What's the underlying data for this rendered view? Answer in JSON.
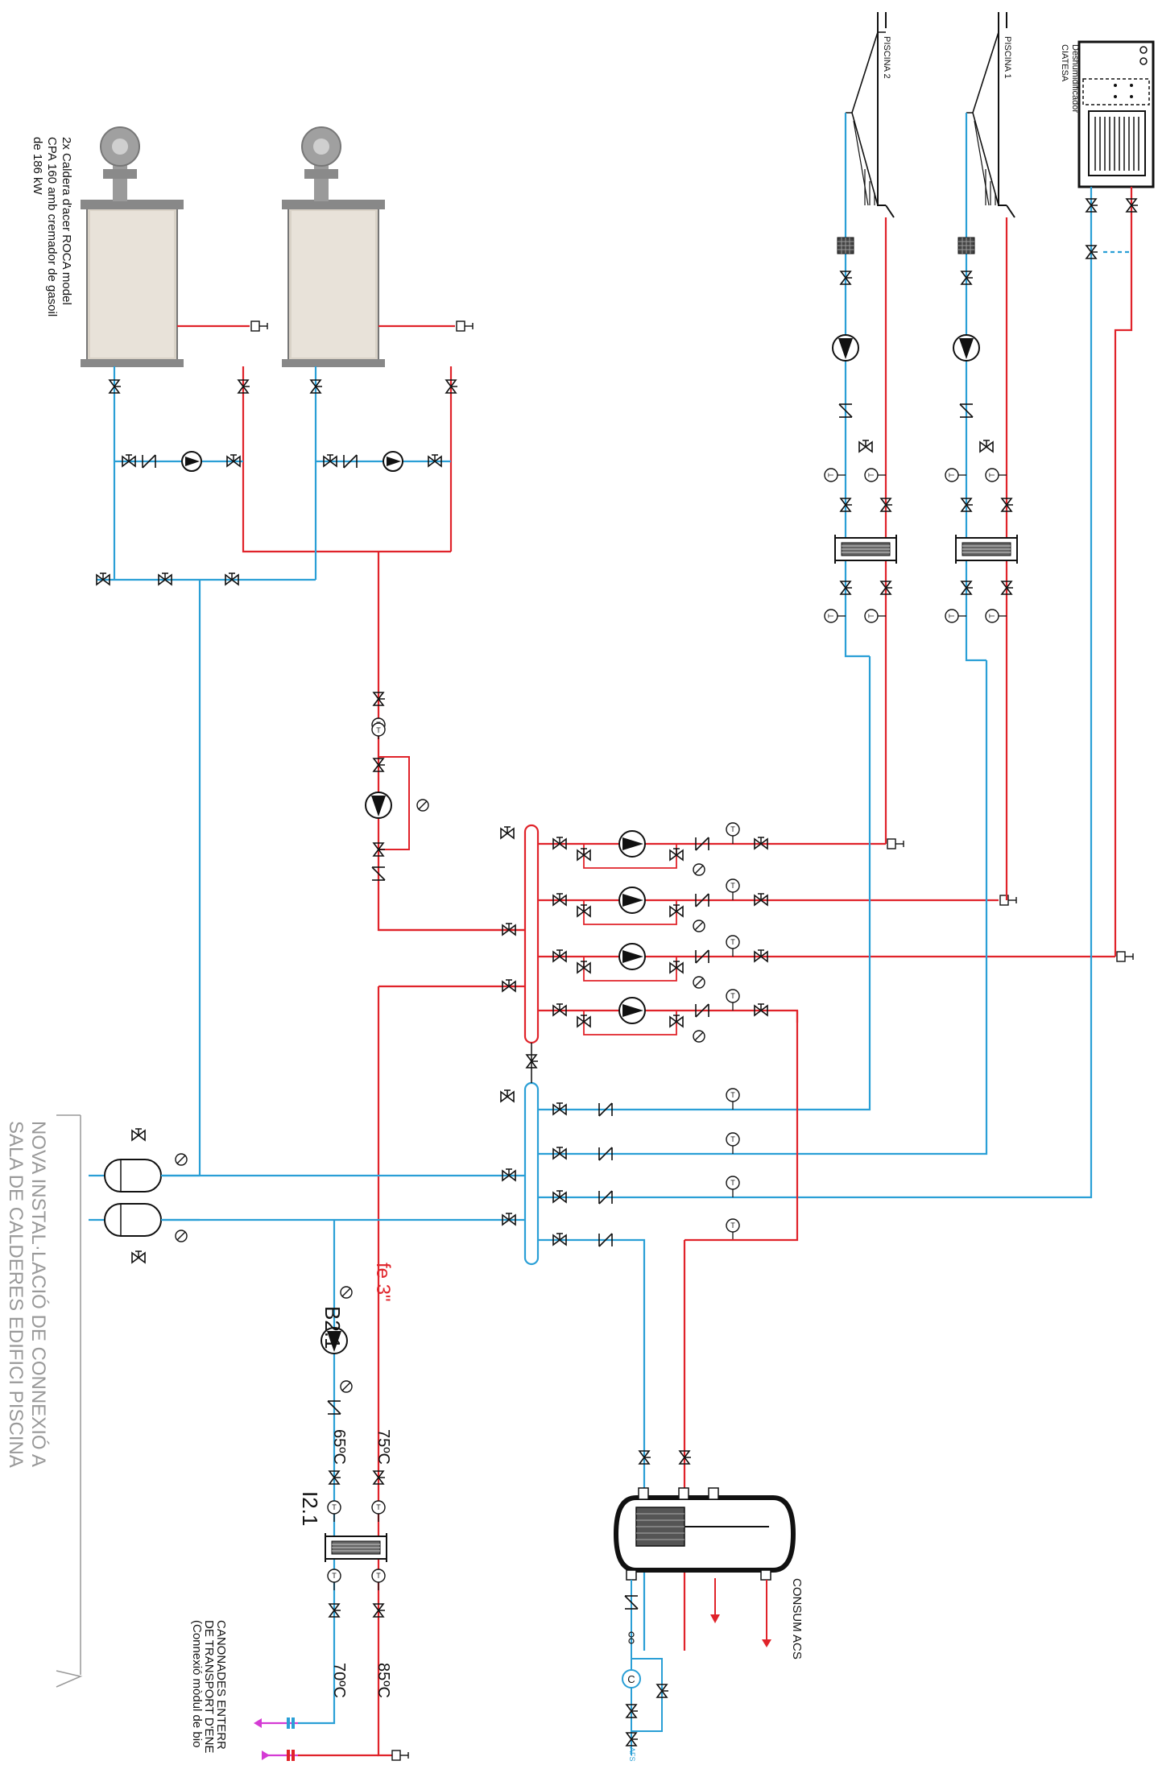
{
  "labels": {
    "boiler_desc_1": "2x Caldera d'acer ROCA model",
    "boiler_desc_2": "CPA 160 amb cremador de gasoil",
    "boiler_desc_3": "de 186 kW",
    "pool_2": "PISCINA 2",
    "pool_1": "PISCINA 1",
    "dehum_1": "Deshumidificador",
    "dehum_2": "CIATESA",
    "pipe_size": "fe 3\"",
    "pump_b": "B2.1",
    "exchanger_i": "I2.1",
    "temp_75": "75ºC",
    "temp_65": "65ºC",
    "temp_85": "85ºC",
    "temp_70": "70ºC",
    "acs_out": "CONSUM ACS",
    "afs_in": "AFS",
    "title_line_1": "NOVA INSTAL·LACIÓ DE CONNEXIÓ A",
    "title_line_2": "SALA DE CALDERES EDIFICI PISCINA",
    "note_1": "CANONADES ENTERR",
    "note_2": "DE TRANSPORT D'ENE",
    "note_3": "(Connexió mòdul de bio",
    "thermo_symbol": "T",
    "meter_symbol": "C"
  },
  "colors": {
    "supply": "#e0232a",
    "return": "#2a9fd6",
    "external": "#d43bd4",
    "outline": "#111111",
    "boiler_body": "#d8d0c4",
    "boiler_burner": "#9a9a9a"
  },
  "icons": [
    "boiler-icon",
    "burner-icon",
    "pump-icon",
    "valve-icon",
    "check-valve-icon",
    "thermometer-icon",
    "heat-exchanger-icon",
    "expansion-vessel-icon",
    "pool-icon",
    "dehumidifier-icon",
    "dhw-tank-icon",
    "filter-icon"
  ]
}
